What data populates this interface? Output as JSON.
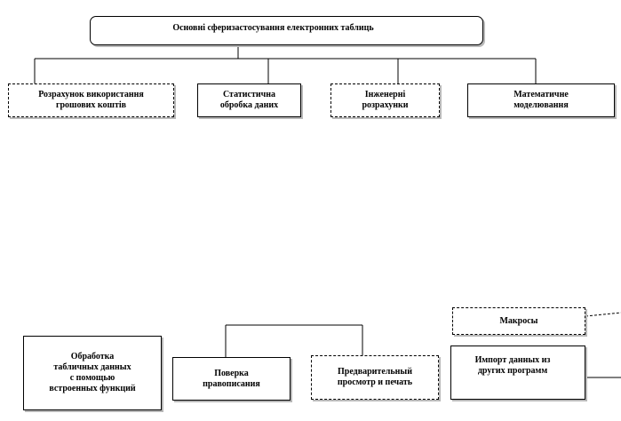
{
  "diagram": {
    "title": "Основні сферизастосування електронних таблиць",
    "top_categories": [
      {
        "lines": [
          "Розрахунок використання",
          "грошових коштів"
        ]
      },
      {
        "lines": [
          "Статистична",
          "обробка даних"
        ]
      },
      {
        "lines": [
          "Інженерні",
          "розрахунки"
        ]
      },
      {
        "lines": [
          "Математичне",
          "моделювання"
        ]
      }
    ],
    "bottom_items": {
      "functions": {
        "lines": [
          "Обработка",
          "табличных данных",
          "с помощью",
          "встроенных функций"
        ]
      },
      "spell": {
        "lines": [
          "Поверка",
          "правописания"
        ]
      },
      "preview": {
        "lines": [
          "Предварительный",
          "просмотр и печать"
        ]
      },
      "macros": {
        "lines": [
          "Макросы"
        ]
      },
      "import": {
        "lines": [
          "Импорт данных из",
          "других программ"
        ]
      }
    }
  }
}
